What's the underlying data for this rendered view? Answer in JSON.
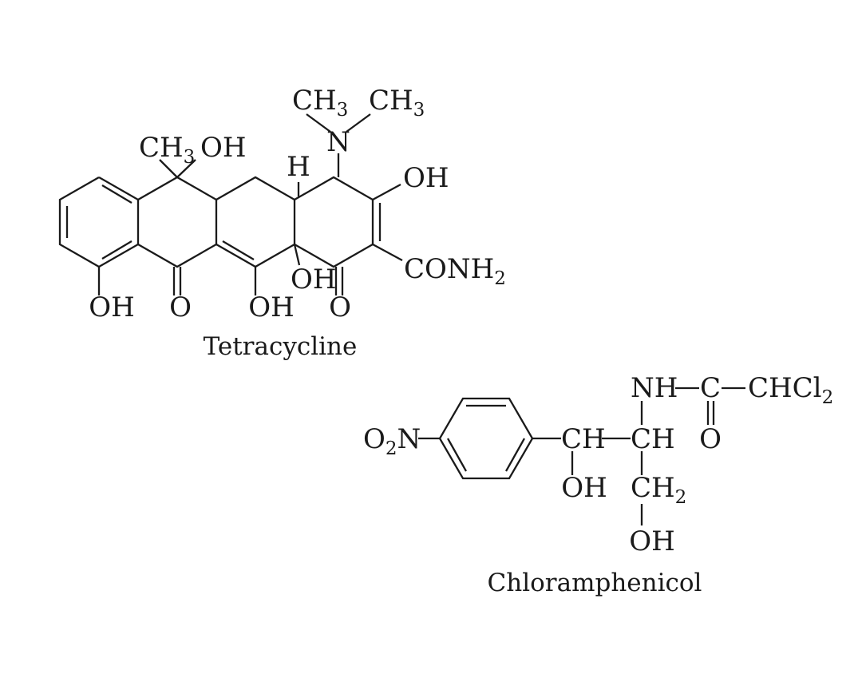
{
  "tetracycline": {
    "caption": "Tetracycline",
    "ch3_left": "CH",
    "ch3_right": "CH",
    "ch3_sub": "3",
    "n": "N",
    "ch3_c": "CH",
    "oh_c": "OH",
    "h": "H",
    "oh_right": "OH",
    "conh2": "CONH",
    "conh2_sub": "2",
    "oh_mid": "OH",
    "oh_b1": "OH",
    "o_b1": "O",
    "oh_b2": "OH",
    "o_b2": "O"
  },
  "chloramphenicol": {
    "caption": "Chloramphenicol",
    "nitro_o": "O",
    "nitro_sub": "2",
    "nitro_n": "N",
    "ch1": "CH",
    "ch2": "CH",
    "nh": "NH",
    "c": "C",
    "chcl": "CHCl",
    "chcl_sub": "2",
    "o": "O",
    "oh1": "OH",
    "ch2_label": "CH",
    "ch2_sub": "2",
    "oh2": "OH"
  }
}
